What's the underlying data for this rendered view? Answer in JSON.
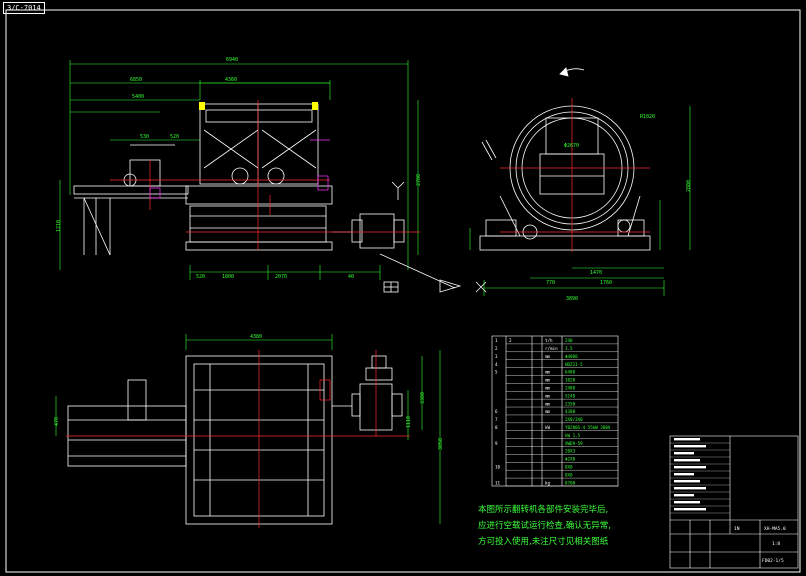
{
  "window": {
    "tab": "3/C-7014"
  },
  "colors": {
    "background": "#000000",
    "line": "#ffffff",
    "red": "#ff2a2a",
    "yellow": "#ffff00",
    "green": "#33ff33",
    "magenta": "#ff33ff",
    "cyan": "#33ffff"
  },
  "dimensions_top": {
    "overall": "6940",
    "left_a": "6850",
    "mid": "4360",
    "left_b": "5400",
    "small_a": "530",
    "small_b": "520",
    "height_right": "2780",
    "height_left": "1210",
    "bottom_a": "520",
    "bottom_b": "1800",
    "bottom_c": "2070",
    "bottom_d": "40"
  },
  "dimensions_side": {
    "bottom_total": "3890",
    "bottom_a": "770",
    "bottom_b": "1760",
    "center": "1470",
    "height": "2800",
    "diameter": "Φ2670",
    "radius": "R1020"
  },
  "dimensions_plan": {
    "top": "4380",
    "height_a": "3380",
    "height_b": "3850",
    "mid": "1110",
    "left": "470"
  },
  "params_table": {
    "rows": [
      [
        "1",
        "2",
        "",
        "t/h",
        "240"
      ],
      [
        "2",
        "",
        "",
        "r/min",
        "3.5"
      ],
      [
        "3",
        "",
        "",
        "mm",
        "Φ4000"
      ],
      [
        "4",
        "",
        "",
        "",
        "HDZ11-5"
      ],
      [
        "5",
        "",
        "",
        "mm",
        "6480"
      ],
      [
        "",
        "",
        "",
        "mm",
        "3820"
      ],
      [
        "",
        "",
        "",
        "mm",
        "2480"
      ],
      [
        "",
        "",
        "",
        "mm",
        "5240"
      ],
      [
        "",
        "",
        "",
        "mm",
        "2350"
      ],
      [
        "6",
        "",
        "",
        "mm",
        "4380"
      ],
      [
        "7",
        "",
        "",
        "",
        "2X0/3X0"
      ],
      [
        "8",
        "",
        "",
        "kW",
        "YB280S-4 55kW 380V"
      ],
      [
        "",
        "",
        "",
        "",
        "kW 1.5"
      ],
      [
        "9",
        "",
        "",
        "",
        "XWD9-59"
      ],
      [
        "",
        "",
        "",
        "",
        "20X3"
      ],
      [
        "",
        "",
        "",
        "",
        "Φ2X0"
      ],
      [
        "10",
        "",
        "",
        "",
        "8X0"
      ],
      [
        "",
        "",
        "",
        "",
        "8X0"
      ],
      [
        "11",
        "",
        "",
        "kg",
        "8700"
      ]
    ]
  },
  "notes": {
    "line1": "本图所示翻转机各部件安装完毕后,",
    "line2": "应进行空载试运行检查,确认无异常,",
    "line3": "方可投入使用,未注尺寸见相关图纸"
  },
  "title_block": {
    "drawing_no": "XH-MA5.0",
    "scale": "1:8",
    "sheet": "FD02-1/5",
    "label": "1N"
  }
}
